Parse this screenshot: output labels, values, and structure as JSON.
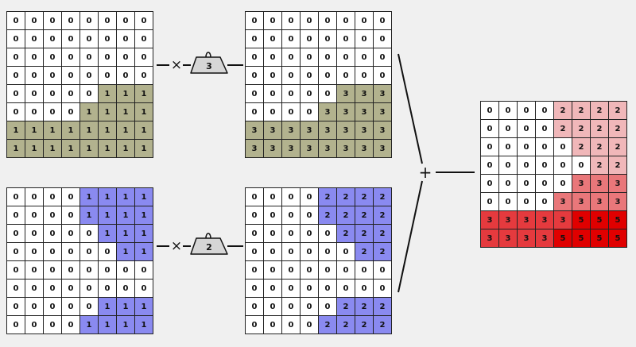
{
  "colors": {
    "olive": "#b2b28e",
    "blue": "#8a8af0",
    "white": "#ffffff",
    "pink_light": "#f0b7b9",
    "pink_mid": "#e9777a",
    "pink_dark": "#e53a3e",
    "red": "#e00000",
    "weight_fill": "#d6d6d6"
  },
  "operators": {
    "multiply_1": "×",
    "multiply_2": "×",
    "plus": "+"
  },
  "weights": {
    "top": "3",
    "bottom": "2"
  },
  "grids": {
    "input_top": {
      "values": [
        [
          0,
          0,
          0,
          0,
          0,
          0,
          0,
          0
        ],
        [
          0,
          0,
          0,
          0,
          0,
          0,
          0,
          0
        ],
        [
          0,
          0,
          0,
          0,
          0,
          0,
          0,
          0
        ],
        [
          0,
          0,
          0,
          0,
          0,
          0,
          0,
          0
        ],
        [
          0,
          0,
          0,
          0,
          0,
          1,
          1,
          1
        ],
        [
          0,
          0,
          0,
          0,
          1,
          1,
          1,
          1
        ],
        [
          1,
          1,
          1,
          1,
          1,
          1,
          1,
          1
        ],
        [
          1,
          1,
          1,
          1,
          1,
          1,
          1,
          1
        ]
      ],
      "colors": [
        [
          "white",
          "white",
          "white",
          "white",
          "white",
          "white",
          "white",
          "white"
        ],
        [
          "white",
          "white",
          "white",
          "white",
          "white",
          "white",
          "white",
          "white"
        ],
        [
          "white",
          "white",
          "white",
          "white",
          "white",
          "white",
          "white",
          "white"
        ],
        [
          "white",
          "white",
          "white",
          "white",
          "white",
          "white",
          "white",
          "white"
        ],
        [
          "white",
          "white",
          "white",
          "white",
          "white",
          "olive",
          "olive",
          "olive"
        ],
        [
          "white",
          "white",
          "white",
          "white",
          "olive",
          "olive",
          "olive",
          "olive"
        ],
        [
          "olive",
          "olive",
          "olive",
          "olive",
          "olive",
          "olive",
          "olive",
          "olive"
        ],
        [
          "olive",
          "olive",
          "olive",
          "olive",
          "olive",
          "olive",
          "olive",
          "olive"
        ]
      ]
    },
    "weighted_top": {
      "values": [
        [
          0,
          0,
          0,
          0,
          0,
          0,
          0,
          0
        ],
        [
          0,
          0,
          0,
          0,
          0,
          0,
          0,
          0
        ],
        [
          0,
          0,
          0,
          0,
          0,
          0,
          0,
          0
        ],
        [
          0,
          0,
          0,
          0,
          0,
          0,
          0,
          0
        ],
        [
          0,
          0,
          0,
          0,
          0,
          3,
          3,
          3
        ],
        [
          0,
          0,
          0,
          0,
          3,
          3,
          3,
          3
        ],
        [
          3,
          3,
          3,
          3,
          3,
          3,
          3,
          3
        ],
        [
          3,
          3,
          3,
          3,
          3,
          3,
          3,
          3
        ]
      ],
      "colors": [
        [
          "white",
          "white",
          "white",
          "white",
          "white",
          "white",
          "white",
          "white"
        ],
        [
          "white",
          "white",
          "white",
          "white",
          "white",
          "white",
          "white",
          "white"
        ],
        [
          "white",
          "white",
          "white",
          "white",
          "white",
          "white",
          "white",
          "white"
        ],
        [
          "white",
          "white",
          "white",
          "white",
          "white",
          "white",
          "white",
          "white"
        ],
        [
          "white",
          "white",
          "white",
          "white",
          "white",
          "olive",
          "olive",
          "olive"
        ],
        [
          "white",
          "white",
          "white",
          "white",
          "olive",
          "olive",
          "olive",
          "olive"
        ],
        [
          "olive",
          "olive",
          "olive",
          "olive",
          "olive",
          "olive",
          "olive",
          "olive"
        ],
        [
          "olive",
          "olive",
          "olive",
          "olive",
          "olive",
          "olive",
          "olive",
          "olive"
        ]
      ]
    },
    "input_bottom": {
      "values": [
        [
          0,
          0,
          0,
          0,
          1,
          1,
          1,
          1
        ],
        [
          0,
          0,
          0,
          0,
          1,
          1,
          1,
          1
        ],
        [
          0,
          0,
          0,
          0,
          0,
          1,
          1,
          1
        ],
        [
          0,
          0,
          0,
          0,
          0,
          0,
          1,
          1
        ],
        [
          0,
          0,
          0,
          0,
          0,
          0,
          0,
          0
        ],
        [
          0,
          0,
          0,
          0,
          0,
          0,
          0,
          0
        ],
        [
          0,
          0,
          0,
          0,
          0,
          1,
          1,
          1
        ],
        [
          0,
          0,
          0,
          0,
          1,
          1,
          1,
          1
        ]
      ],
      "colors": [
        [
          "white",
          "white",
          "white",
          "white",
          "blue",
          "blue",
          "blue",
          "blue"
        ],
        [
          "white",
          "white",
          "white",
          "white",
          "blue",
          "blue",
          "blue",
          "blue"
        ],
        [
          "white",
          "white",
          "white",
          "white",
          "white",
          "blue",
          "blue",
          "blue"
        ],
        [
          "white",
          "white",
          "white",
          "white",
          "white",
          "white",
          "blue",
          "blue"
        ],
        [
          "white",
          "white",
          "white",
          "white",
          "white",
          "white",
          "white",
          "white"
        ],
        [
          "white",
          "white",
          "white",
          "white",
          "white",
          "white",
          "white",
          "white"
        ],
        [
          "white",
          "white",
          "white",
          "white",
          "white",
          "blue",
          "blue",
          "blue"
        ],
        [
          "white",
          "white",
          "white",
          "white",
          "blue",
          "blue",
          "blue",
          "blue"
        ]
      ]
    },
    "weighted_bottom": {
      "values": [
        [
          0,
          0,
          0,
          0,
          2,
          2,
          2,
          2
        ],
        [
          0,
          0,
          0,
          0,
          2,
          2,
          2,
          2
        ],
        [
          0,
          0,
          0,
          0,
          0,
          2,
          2,
          2
        ],
        [
          0,
          0,
          0,
          0,
          0,
          0,
          2,
          2
        ],
        [
          0,
          0,
          0,
          0,
          0,
          0,
          0,
          0
        ],
        [
          0,
          0,
          0,
          0,
          0,
          0,
          0,
          0
        ],
        [
          0,
          0,
          0,
          0,
          0,
          2,
          2,
          2
        ],
        [
          0,
          0,
          0,
          0,
          2,
          2,
          2,
          2
        ]
      ],
      "colors": [
        [
          "white",
          "white",
          "white",
          "white",
          "blue",
          "blue",
          "blue",
          "blue"
        ],
        [
          "white",
          "white",
          "white",
          "white",
          "blue",
          "blue",
          "blue",
          "blue"
        ],
        [
          "white",
          "white",
          "white",
          "white",
          "white",
          "blue",
          "blue",
          "blue"
        ],
        [
          "white",
          "white",
          "white",
          "white",
          "white",
          "white",
          "blue",
          "blue"
        ],
        [
          "white",
          "white",
          "white",
          "white",
          "white",
          "white",
          "white",
          "white"
        ],
        [
          "white",
          "white",
          "white",
          "white",
          "white",
          "white",
          "white",
          "white"
        ],
        [
          "white",
          "white",
          "white",
          "white",
          "white",
          "blue",
          "blue",
          "blue"
        ],
        [
          "white",
          "white",
          "white",
          "white",
          "blue",
          "blue",
          "blue",
          "blue"
        ]
      ]
    },
    "result": {
      "values": [
        [
          0,
          0,
          0,
          0,
          2,
          2,
          2,
          2
        ],
        [
          0,
          0,
          0,
          0,
          2,
          2,
          2,
          2
        ],
        [
          0,
          0,
          0,
          0,
          0,
          2,
          2,
          2
        ],
        [
          0,
          0,
          0,
          0,
          0,
          0,
          2,
          2
        ],
        [
          0,
          0,
          0,
          0,
          0,
          3,
          3,
          3
        ],
        [
          0,
          0,
          0,
          0,
          3,
          3,
          3,
          3
        ],
        [
          3,
          3,
          3,
          3,
          3,
          5,
          5,
          5
        ],
        [
          3,
          3,
          3,
          3,
          5,
          5,
          5,
          5
        ]
      ],
      "colors": [
        [
          "white",
          "white",
          "white",
          "white",
          "pink_light",
          "pink_light",
          "pink_light",
          "pink_light"
        ],
        [
          "white",
          "white",
          "white",
          "white",
          "pink_light",
          "pink_light",
          "pink_light",
          "pink_light"
        ],
        [
          "white",
          "white",
          "white",
          "white",
          "white",
          "pink_light",
          "pink_light",
          "pink_light"
        ],
        [
          "white",
          "white",
          "white",
          "white",
          "white",
          "white",
          "pink_light",
          "pink_light"
        ],
        [
          "white",
          "white",
          "white",
          "white",
          "white",
          "pink_mid",
          "pink_mid",
          "pink_mid"
        ],
        [
          "white",
          "white",
          "white",
          "white",
          "pink_mid",
          "pink_mid",
          "pink_mid",
          "pink_mid"
        ],
        [
          "pink_dark",
          "pink_dark",
          "pink_dark",
          "pink_dark",
          "pink_dark",
          "red",
          "red",
          "red"
        ],
        [
          "pink_dark",
          "pink_dark",
          "pink_dark",
          "pink_dark",
          "red",
          "red",
          "red",
          "red"
        ]
      ]
    }
  }
}
